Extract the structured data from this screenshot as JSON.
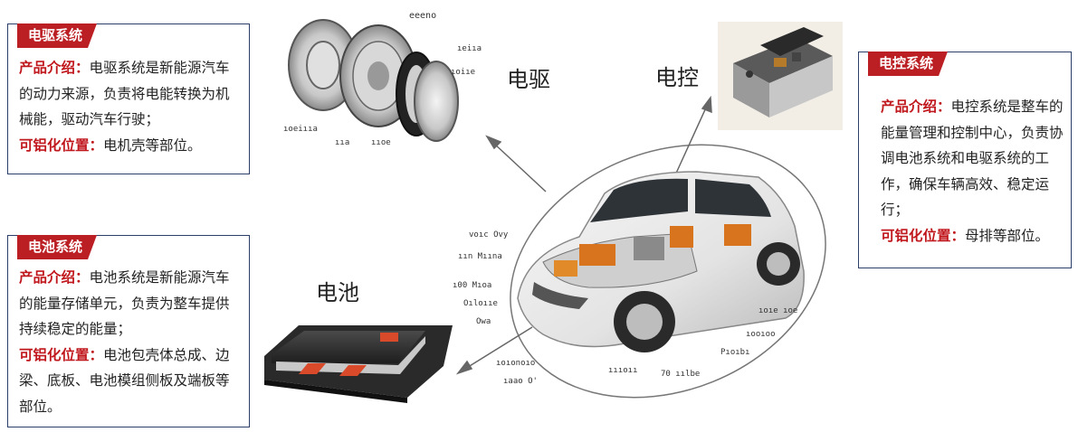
{
  "boxes": {
    "motor": {
      "title": "电驱系统",
      "intro_key": "产品介绍：",
      "intro": "电驱系统是新能源汽车的动力来源，负责将电能转换为机械能，驱动汽车行驶；",
      "position_key": "可铝化位置：",
      "position": "电机壳等部位。"
    },
    "battery": {
      "title": "电池系统",
      "intro_key": "产品介绍：",
      "intro": "电池系统是新能源汽车的能量存储单元，负责为整车提供持续稳定的能量；",
      "position_key": "可铝化位置：",
      "position": "电池包壳体总成、边梁、底板、电池模组侧板及端板等部位。"
    },
    "control": {
      "title": "电控系统",
      "intro_key": "产品介绍：",
      "intro": "电控系统是整车的能量管理和控制中心，负责协调电池系统和电驱系统的工作，确保车辆高效、稳定运行；",
      "position_key": "可铝化位置：",
      "position": "母排等部位。"
    }
  },
  "labels": {
    "motor": "电驱",
    "control": "电控",
    "battery": "电池"
  },
  "colors": {
    "title_bg": "#bb1f24",
    "keyword": "#c0171d",
    "border": "#2c3f6b"
  }
}
